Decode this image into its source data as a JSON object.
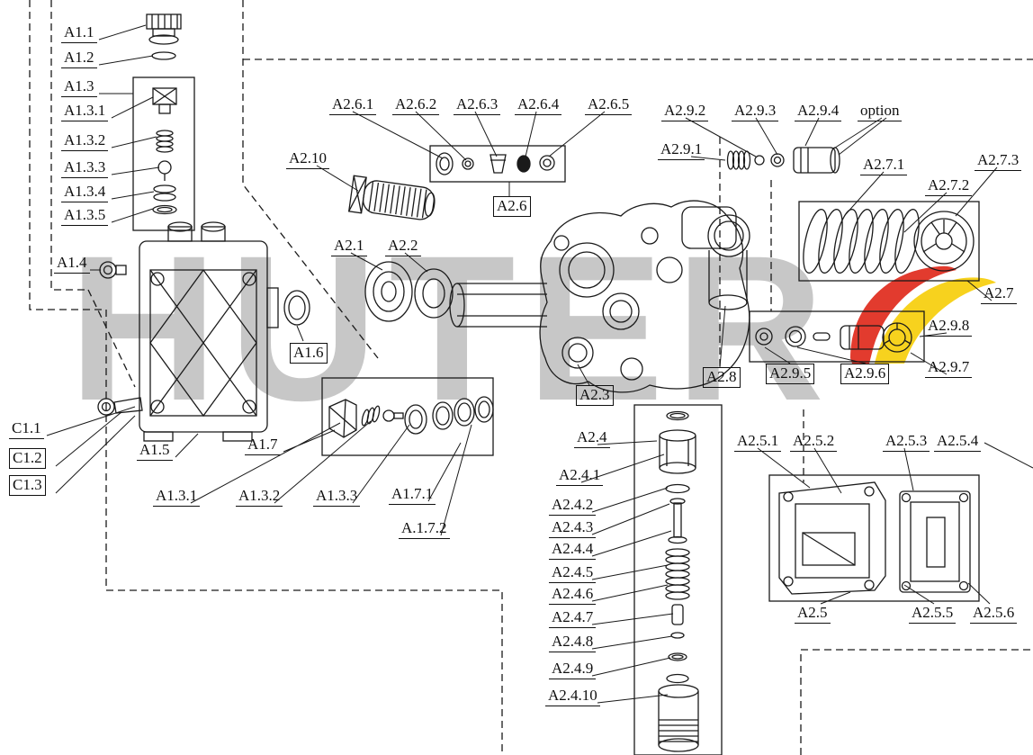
{
  "watermark": {
    "text": "HUTER"
  },
  "colors": {
    "line": "#1a1a1a",
    "watermark": "#c7c7c7",
    "logo_red": "#e23b2e",
    "logo_yellow": "#f7d21e"
  },
  "labels": {
    "a1_1": "A1.1",
    "a1_2": "A1.2",
    "a1_3": "A1.3",
    "a1_3_1": "A1.3.1",
    "a1_3_2": "A1.3.2",
    "a1_3_3": "A1.3.3",
    "a1_3_4": "A1.3.4",
    "a1_3_5": "A1.3.5",
    "a1_4": "A1.4",
    "a1_5": "A1.5",
    "a1_6": "A1.6",
    "a1_7": "A1.7",
    "c1_1": "C1.1",
    "c1_2": "C1.2",
    "c1_3": "C1.3",
    "a1_3_1_b": "A1.3.1",
    "a1_3_2_b": "A1.3.2",
    "a1_3_3_b": "A1.3.3",
    "a1_7_1": "A1.7.1",
    "a_1_7_2": "A.1.7.2",
    "a2_10": "A2.10",
    "a2_1": "A2.1",
    "a2_2": "A2.2",
    "a2_3": "A2.3",
    "a2_4": "A2.4",
    "a2_4_1": "A2.4.1",
    "a2_4_2": "A2.4.2",
    "a2_4_3": "A2.4.3",
    "a2_4_4": "A2.4.4",
    "a2_4_5": "A2.4.5",
    "a2_4_6": "A2.4.6",
    "a2_4_7": "A2.4.7",
    "a2_4_8": "A2.4.8",
    "a2_4_9": "A2.4.9",
    "a2_4_10": "A2.4.10",
    "a2_5": "A2.5",
    "a2_5_1": "A2.5.1",
    "a2_5_2": "A2.5.2",
    "a2_5_3": "A2.5.3",
    "a2_5_4": "A2.5.4",
    "a2_5_5": "A2.5.5",
    "a2_5_6": "A2.5.6",
    "a2_6": "A2.6",
    "a2_6_1": "A2.6.1",
    "a2_6_2": "A2.6.2",
    "a2_6_3": "A2.6.3",
    "a2_6_4": "A2.6.4",
    "a2_6_5": "A2.6.5",
    "a2_7": "A2.7",
    "a2_7_1": "A2.7.1",
    "a2_7_2": "A2.7.2",
    "a2_7_3": "A2.7.3",
    "a2_8": "A2.8",
    "a2_9_1": "A2.9.1",
    "a2_9_2": "A2.9.2",
    "a2_9_3": "A2.9.3",
    "a2_9_4": "A2.9.4",
    "a2_9_5": "A2.9.5",
    "a2_9_6": "A2.9.6",
    "a2_9_7": "A2.9.7",
    "a2_9_8": "A2.9.8",
    "option": "option"
  }
}
